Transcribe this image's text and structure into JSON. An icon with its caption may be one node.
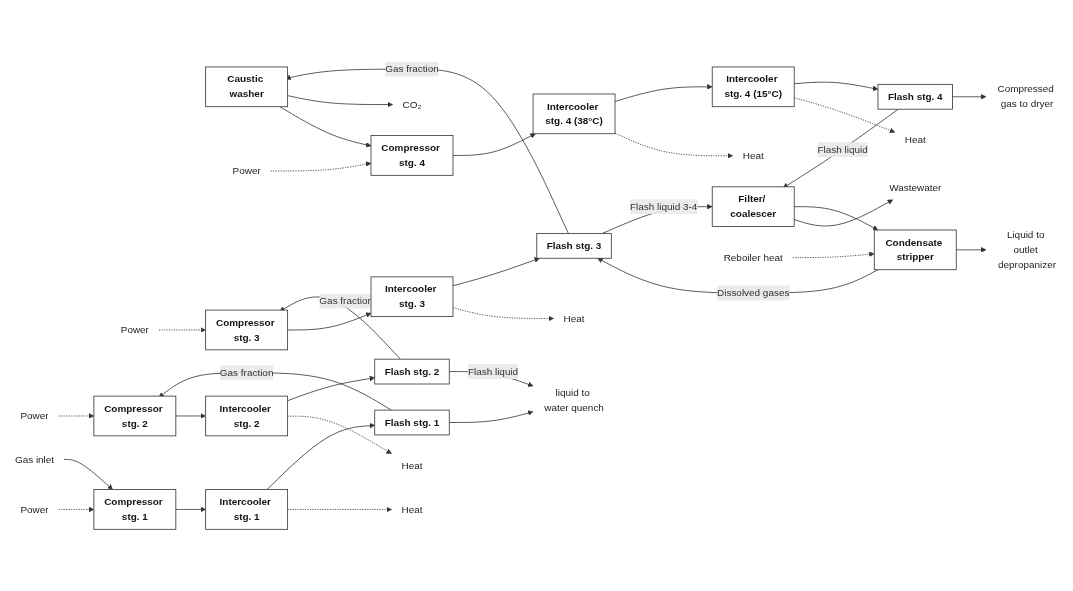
{
  "diagram": {
    "nodes": [
      {
        "text": [
          "CO₂"
        ]
      },
      {
        "text": [
          "Caustic washer"
        ]
      },
      {
        "text": [
          "Compressor stg. 4"
        ]
      },
      {
        "text": [
          "Intercooler stg. 4 (38°C)"
        ]
      },
      {
        "text": [
          "Intercooler stg. 4 (15°C)"
        ]
      },
      {
        "text": [
          "Flash stg. 4"
        ]
      },
      {
        "text": [
          "Compressed gas to dryer"
        ]
      },
      {
        "text": [
          "Power"
        ]
      },
      {
        "text": [
          "Heat"
        ]
      },
      {
        "text": [
          "Heat"
        ]
      },
      {
        "text": [
          "Compressor stg. 3"
        ]
      },
      {
        "text": [
          "Intercooler stg. 3"
        ]
      },
      {
        "text": [
          "Flash stg. 3"
        ]
      },
      {
        "text": [
          "Power"
        ]
      },
      {
        "text": [
          "Heat"
        ]
      },
      {
        "text": [
          "Compressor stg. 2"
        ]
      },
      {
        "text": [
          "Intercooler stg. 2"
        ]
      },
      {
        "text": [
          "Flash stg. 2"
        ]
      },
      {
        "text": [
          "Filter/ coalescer"
        ]
      },
      {
        "text": [
          "Condensate stripper"
        ]
      },
      {
        "text": [
          "Reboiler heat"
        ]
      },
      {
        "text": [
          "Power"
        ]
      },
      {
        "text": [
          "Heat"
        ]
      },
      {
        "text": [
          "Gas inlet"
        ]
      },
      {
        "text": [
          "Compressor stg. 1"
        ]
      },
      {
        "text": [
          "Intercooler stg. 1"
        ]
      },
      {
        "text": [
          "Flash stg. 1"
        ]
      },
      {
        "text": [
          "Wastewater"
        ]
      },
      {
        "text": [
          "Liquid to outlet depropanizer"
        ]
      },
      {
        "text": [
          "Power"
        ]
      },
      {
        "text": [
          "Heat"
        ]
      },
      {
        "text": [
          "liquid to water quench"
        ]
      }
    ],
    "edges": [
      {
        "from": 23,
        "to": 24,
        "arrow": "to"
      },
      {
        "from": 24,
        "to": 25,
        "arrow": "to"
      },
      {
        "from": 25,
        "to": 26,
        "arrow": "to"
      },
      {
        "from": 29,
        "to": 24,
        "arrow": "to",
        "style": "dashed"
      },
      {
        "from": 25,
        "to": 30,
        "arrow": "to",
        "style": "dashed"
      },
      {
        "from": 26,
        "to": 15,
        "arrow": "to",
        "label": "Gas fraction"
      },
      {
        "from": 15,
        "to": 16,
        "arrow": "to"
      },
      {
        "from": 16,
        "to": 17,
        "arrow": "to"
      },
      {
        "from": 21,
        "to": 15,
        "arrow": "to",
        "style": "dashed"
      },
      {
        "from": 16,
        "to": 22,
        "arrow": "to",
        "style": "dashed"
      },
      {
        "from": 17,
        "to": 10,
        "arrow": "to",
        "label": "Gas fraction"
      },
      {
        "from": 10,
        "to": 11,
        "arrow": "to"
      },
      {
        "from": 11,
        "to": 12,
        "arrow": "to"
      },
      {
        "from": 13,
        "to": 10,
        "arrow": "to",
        "style": "dashed"
      },
      {
        "from": 11,
        "to": 14,
        "arrow": "to",
        "style": "dashed"
      },
      {
        "from": 12,
        "to": 1,
        "arrow": "to",
        "label": "Gas fraction"
      },
      {
        "from": 1,
        "to": 0,
        "arrow": "to"
      },
      {
        "from": 1,
        "to": 2,
        "arrow": "to"
      },
      {
        "from": 2,
        "to": 3,
        "arrow": "to"
      },
      {
        "from": 3,
        "to": 4,
        "arrow": "to"
      },
      {
        "from": 4,
        "to": 5,
        "arrow": "to"
      },
      {
        "from": 7,
        "to": 2,
        "arrow": "to",
        "style": "dashed"
      },
      {
        "from": 3,
        "to": 8,
        "arrow": "to",
        "style": "dashed"
      },
      {
        "from": 4,
        "to": 9,
        "arrow": "to",
        "style": "dashed"
      },
      {
        "from": 5,
        "to": 6,
        "arrow": "to"
      },
      {
        "from": 5,
        "to": 18,
        "arrow": "to",
        "label": "Flash liquid"
      },
      {
        "from": 12,
        "to": 18,
        "arrow": "to",
        "label": "Flash liquid 3-4"
      },
      {
        "from": 18,
        "to": 19,
        "arrow": "to"
      },
      {
        "from": 18,
        "to": 27,
        "arrow": "to"
      },
      {
        "from": 20,
        "to": 19,
        "arrow": "to",
        "style": "dashed"
      },
      {
        "from": 19,
        "to": 28,
        "arrow": "to"
      },
      {
        "from": 19,
        "to": 12,
        "arrow": "to",
        "label": "Dissolved gases"
      },
      {
        "from": 17,
        "to": 31,
        "arrow": "to",
        "label": "Flash liquid"
      },
      {
        "from": 26,
        "to": 31,
        "arrow": "to"
      }
    ]
  }
}
